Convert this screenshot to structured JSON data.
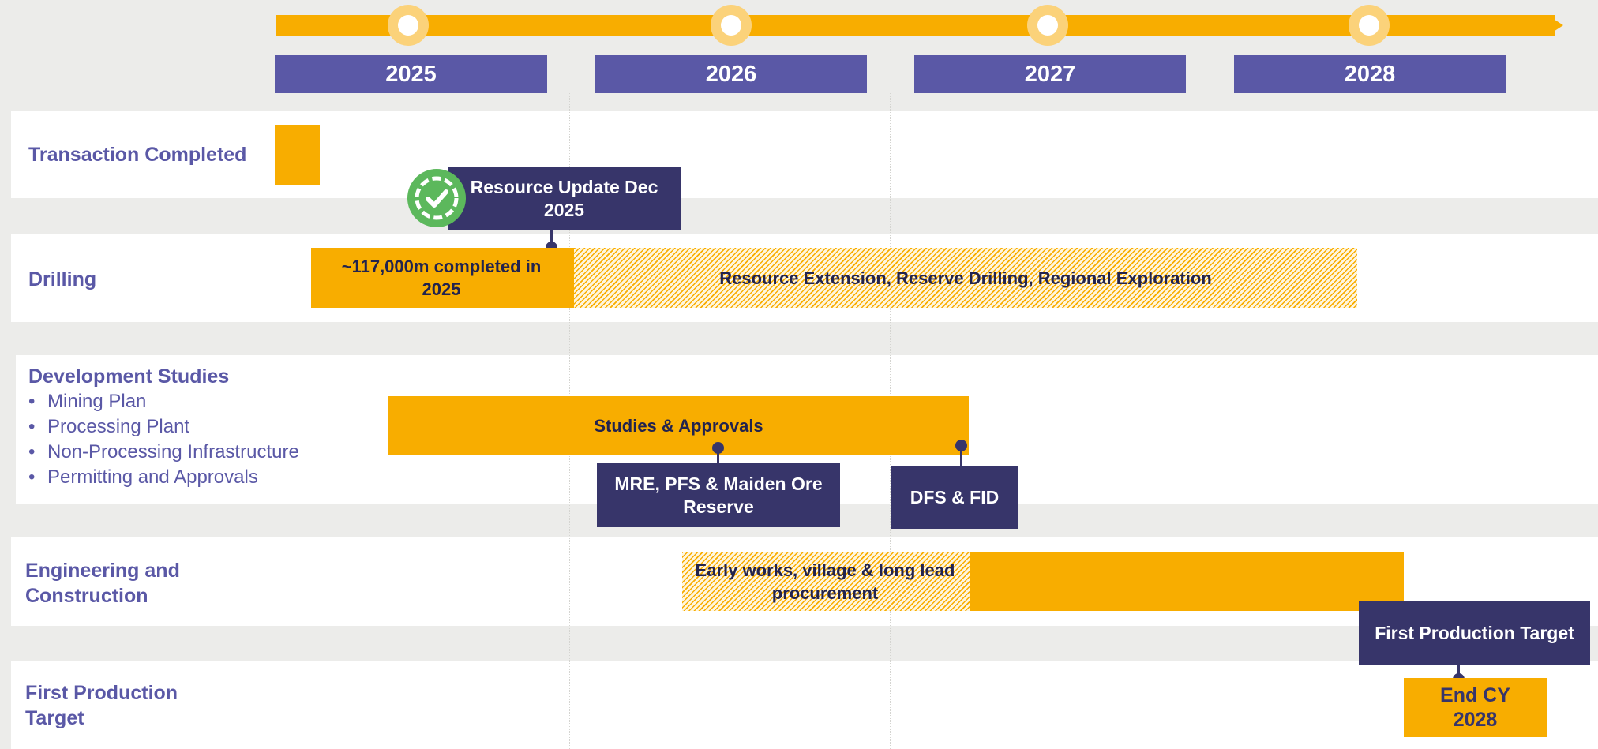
{
  "timeline": {
    "years": [
      "2025",
      "2026",
      "2027",
      "2028"
    ]
  },
  "rows": {
    "transaction": {
      "title": "Transaction Completed"
    },
    "drilling": {
      "title": "Drilling",
      "completed_label": "~117,000m completed in 2025",
      "future_label": "Resource Extension, Reserve Drilling, Regional Exploration",
      "callout": "Resource Update Dec 2025"
    },
    "development": {
      "title": "Development Studies",
      "bullets": [
        "Mining Plan",
        "Processing Plant",
        "Non-Processing Infrastructure",
        "Permitting and Approvals"
      ],
      "bar_label": "Studies & Approvals",
      "callout_1": "MRE, PFS & Maiden Ore Reserve",
      "callout_2": "DFS & FID"
    },
    "engineering": {
      "title": "Engineering and Construction",
      "early_label": "Early works, village & long lead procurement"
    },
    "first_production": {
      "title": "First Production Target",
      "callout": "First Production Target",
      "target_label": "End CY 2028"
    }
  },
  "colors": {
    "accent_orange": "#f8ad00",
    "year_purple": "#5a58a6",
    "callout_navy": "#37356a",
    "check_green": "#5cb85c"
  },
  "icons": {
    "completed_badge": "check-circle-icon"
  }
}
